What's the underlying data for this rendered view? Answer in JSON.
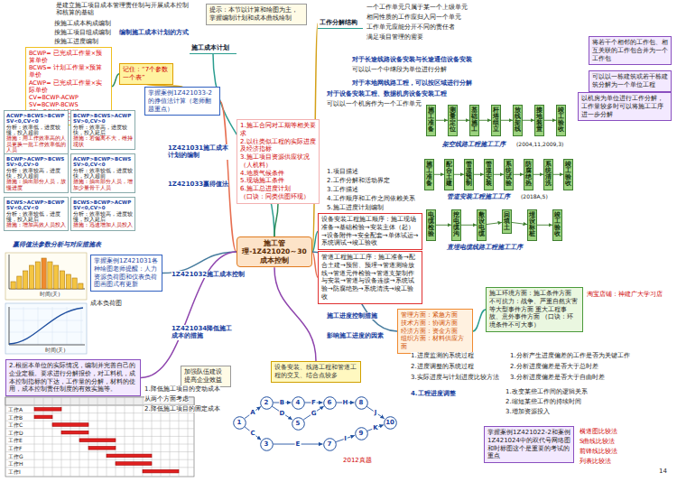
{
  "diagram": {
    "nodes": [
      {
        "text": [
          "施工管理-1Z421020～30成本控制"
        ]
      },
      {
        "text": [
          "提示：本节以计算和绘图为主，掌握编制计划和成本曲线绘制"
        ]
      },
      {
        "text": [
          "施工成本计划"
        ]
      },
      {
        "text": [
          "BCWP= 已完成工作量×预算单价",
          "BCWS= 计划工作量×预算单价",
          "ACWP= 已完成工作量×实际单价",
          "CV=BCWP-ACWP",
          "SV=BCWP-BCWS",
          "CPI=BCWP/ACWP",
          "SPI=BCWP/BCWS"
        ]
      },
      {
        "text": [
          "记住：“7个参数一个表”"
        ]
      },
      {
        "text": [
          "掌握案例1Z421033-2的挣值法计算（老师翻题重点）"
        ]
      },
      {
        "text": [
          "ACWP>BCWS>BCWP SV<0,CV<0",
          "分析：效率低，进度较慢，投入超前",
          "措施：用工作效率高的人员更换一批工作效率低的人员"
        ]
      },
      {
        "text": [
          "BCWP>BCWS>ACWP SV>0,CV>0",
          "分析：效率高，进度较快，投入延后",
          "措施：若偏离不大，维持现状"
        ]
      },
      {
        "text": [
          "BCWP>ACWP>BCWS SV>0,CV>0",
          "分析：效率较高，进度快，投入超前",
          "措施：抽出部分人员，放慢进度"
        ]
      },
      {
        "text": [
          "ACWP>BCWP>BCWS SV>0,CV<0",
          "分析：效率较低，进度较快，投入超前",
          "措施：抽出部分人员，增加少量骨干人员"
        ]
      },
      {
        "text": [
          "BCWS>ACWP>BCWP SV<0,CV<0",
          "分析：效率较低，进度慢，投入延后",
          "措施：增加高效人员投入"
        ]
      },
      {
        "text": [
          "BCWS>BCWP>ACWP SV<0,CV>0",
          "分析：效率较高，进度较慢，投入延后",
          "措施：迅速增加人员投入"
        ]
      },
      {
        "text": [
          "掌握案例1Z421031各种绘图老师提醒：人力资源负荷图和仪表负荷图画图式有更新"
        ]
      },
      {
        "text": [
          "2.根据本单位的实际情况，编制并完善自己的企业定额。要求进行分解报价，对工料机，成本控制指标的下达，工作量的分解，材料的使用，成本控制责任制度的有效实施等。"
        ]
      },
      {
        "text": [
          "加强队伍建设",
          "提高企业效益"
        ]
      },
      {
        "text": [
          "工作分解结构"
        ]
      },
      {
        "text": [
          "将若干个相邻的工作包、相互关联的工作包合并为一个工作包"
        ]
      },
      {
        "text": [
          "可以以一栋建筑或若干栋建筑分解为一个单位工程"
        ]
      },
      {
        "text": [
          "以机房为单位进行工作分解，工作量较多时可以将施工工序进一步分解"
        ]
      },
      {
        "text": [
          "1.施工合同对工期等相关要求",
          "2.以往类似工程的实际进度及经济指标",
          "3.施工项目资源供应状况（人机料）",
          "4.地质气候条件",
          "5.现场施工条件",
          "6.施工总进度计划",
          "（口诀：同类供图环现）"
        ]
      },
      {
        "text": [
          "设备安装工程施工顺序：施工现场准备→基础检验→安装主体（起）→设备附件→安全配套→单体试运→系统调试→竣工验收"
        ]
      },
      {
        "text": [
          "管道工程施工工序：施工准备→配合土建→预留、预埋→管道测绘放线→管道元件检验→管道支架制作与安装→管道与设备连接→系统试验→防腐绝热→系统清洗→竣工验收"
        ]
      },
      {
        "text": [
          "管理方面：紧急方面",
          "技术方面：协调方面",
          "经济方面：资金方面",
          "组织方面：材料供应方面"
        ]
      },
      {
        "text": [
          "施工环境方面：施工条件方面 不可抗力：战争、严重自然灾害等大型事件方面 重大工程事故、意外事件方面 （口诀：环境条件不可大事）"
        ]
      },
      {
        "text": [
          "设备安装、线路工程和管道工程的交叉、结合点较多"
        ]
      },
      {
        "text": [
          "掌握案例1Z421022-2和案例1Z421024中的双代号网络图和时标图这个是重要的考试的重点"
        ]
      },
      {
        "text": [
          "施工准备"
        ]
      },
      {
        "text": [
          "测量定位"
        ]
      },
      {
        "text": [
          "基础施工"
        ]
      },
      {
        "text": [
          "杆塔组立"
        ]
      },
      {
        "text": [
          "放线架线"
        ]
      },
      {
        "text": [
          "接地装置"
        ]
      },
      {
        "text": [
          "竣工验收"
        ]
      },
      {
        "text": [
          "施工准备"
        ]
      },
      {
        "text": [
          "配合土建"
        ]
      },
      {
        "text": [
          "管道预制"
        ]
      },
      {
        "text": [
          "管道安装"
        ]
      },
      {
        "text": [
          "系统试验"
        ]
      },
      {
        "text": [
          "防腐绝热"
        ]
      },
      {
        "text": [
          "系统清洗"
        ]
      },
      {
        "text": [
          "竣工验收"
        ]
      },
      {
        "text": [
          "电缆检验"
        ]
      },
      {
        "text": [
          "挖电缆沟"
        ]
      },
      {
        "text": [
          "敷设电缆"
        ]
      },
      {
        "text": [
          "回填土"
        ]
      },
      {
        "text": [
          "埋设标桩"
        ]
      },
      {
        "text": [
          "竣工验收"
        ]
      },
      {
        "text": [
          "1"
        ]
      },
      {
        "text": [
          "2"
        ]
      },
      {
        "text": [
          "3"
        ]
      },
      {
        "text": [
          "4"
        ]
      },
      {
        "text": [
          "5"
        ]
      },
      {
        "text": [
          "6"
        ]
      },
      {
        "text": [
          "7"
        ]
      },
      {
        "text": [
          "8"
        ]
      },
      {
        "text": [
          "9"
        ]
      },
      {
        "text": [
          "10"
        ]
      }
    ],
    "edges": [
      {
        "from": 0,
        "to": 2,
        "arrow": "none"
      },
      {
        "from": 0,
        "to": 5,
        "arrow": "none"
      },
      {
        "from": 0,
        "to": 12,
        "arrow": "none"
      },
      {
        "from": 0,
        "to": 13,
        "arrow": "none"
      },
      {
        "from": 0,
        "to": 15,
        "arrow": "none"
      },
      {
        "from": 0,
        "to": 19,
        "arrow": "none"
      },
      {
        "from": 0,
        "to": 20,
        "arrow": "none"
      },
      {
        "from": 0,
        "to": 21,
        "arrow": "none"
      },
      {
        "from": 0,
        "to": 22,
        "arrow": "none"
      },
      {
        "from": 0,
        "to": 24,
        "arrow": "none"
      },
      {
        "from": 5,
        "to": 4,
        "arrow": "none"
      },
      {
        "from": 4,
        "to": 3,
        "arrow": "none"
      },
      {
        "from": 22,
        "to": 23,
        "arrow": "none"
      },
      {
        "from": 26,
        "to": 27,
        "arrow": "to"
      },
      {
        "from": 27,
        "to": 28,
        "arrow": "to"
      },
      {
        "from": 28,
        "to": 29,
        "arrow": "to"
      },
      {
        "from": 29,
        "to": 30,
        "arrow": "to"
      },
      {
        "from": 30,
        "to": 31,
        "arrow": "to"
      },
      {
        "from": 31,
        "to": 32,
        "arrow": "to"
      },
      {
        "from": 33,
        "to": 34,
        "arrow": "to"
      },
      {
        "from": 34,
        "to": 35,
        "arrow": "to"
      },
      {
        "from": 35,
        "to": 36,
        "arrow": "to"
      },
      {
        "from": 36,
        "to": 37,
        "arrow": "to"
      },
      {
        "from": 37,
        "to": 38,
        "arrow": "to"
      },
      {
        "from": 38,
        "to": 39,
        "arrow": "to"
      },
      {
        "from": 39,
        "to": 40,
        "arrow": "to"
      },
      {
        "from": 41,
        "to": 42,
        "arrow": "to"
      },
      {
        "from": 42,
        "to": 43,
        "arrow": "to"
      },
      {
        "from": 43,
        "to": 44,
        "arrow": "to"
      },
      {
        "from": 44,
        "to": 45,
        "arrow": "to"
      },
      {
        "from": 45,
        "to": 46,
        "arrow": "to"
      },
      {
        "from": 47,
        "to": 48,
        "arrow": "to",
        "label": "A"
      },
      {
        "from": 48,
        "to": 50,
        "arrow": "to",
        "label": "B"
      },
      {
        "from": 47,
        "to": 49,
        "arrow": "to",
        "label": "C"
      },
      {
        "from": 48,
        "to": 51,
        "arrow": "to",
        "label": "D"
      },
      {
        "from": 49,
        "to": 53,
        "arrow": "to",
        "label": "E"
      },
      {
        "from": 50,
        "to": 52,
        "arrow": "to",
        "label": "F"
      },
      {
        "from": 51,
        "to": 52,
        "arrow": "to",
        "label": "G"
      },
      {
        "from": 52,
        "to": 54,
        "arrow": "to",
        "label": "H"
      },
      {
        "from": 53,
        "to": 55,
        "arrow": "to",
        "label": "I"
      },
      {
        "from": 54,
        "to": 56,
        "arrow": "to",
        "label": "J"
      },
      {
        "from": 55,
        "to": 56,
        "arrow": "to",
        "label": "K"
      }
    ],
    "labels": [
      "是建立施工项目成本管理责任制与开展成本控制和核算的基础",
      "按施工成本构成编制",
      "按施工项目组成编制",
      "按施工进度编制",
      "编制施工成本计划的方式",
      "赢得值法参数分析与对应措施表",
      "时间(天)",
      "时间(天)",
      "成本负荷图",
      "1Z421031施工成本计划的编制",
      "1Z421033赢得值法",
      "1Z421032施工成本控制",
      "1Z421034降低施工成本的措施",
      "1.降低施工项目的变动成本",
      "从两个方面考虑",
      "2.降低施工项目的固定成本",
      "工作A",
      "工作B",
      "工作C",
      "工作D",
      "工作E",
      "工作F",
      "工作G",
      "工作H",
      "工作I",
      "2012真题",
      "一个工作单元只属于某一个上级单元",
      "相同性质的工作应归入同一个单元",
      "工作单元应能分开不同的责任者",
      "满足项目管理的需要",
      "对于长途线路设备安装与长途通信设备安装",
      "可以以一个中继段为单位进行分解",
      "对于本地网线路工程，可以按区域进行分解",
      "对于设备安装工程、数据机房设备安装工程",
      "可以以一个机房作为一个工作单元",
      "架空线路工程施工工序",
      "(2004,11,2009,3)",
      "1.项目描述",
      "2.工作分解和活动界定",
      "3.工作描述",
      "4.工作顺序和工作之间依赖关系",
      "5.施工进度计划编制",
      "管道安装工程施工工序",
      "(2018A,5)",
      "直埋电缆线路工程施工工序",
      "淘宝店铺：神建广大学习店",
      "施工进度控制措施",
      "影响施工进度的因素",
      "1.进度监测的系统过程",
      "2.进度调整的系统过程",
      "3.实际进度与计划进度比较方法",
      "1.分析产生进度偏差的工作是否为关键工作",
      "2.分析进度偏差是否大于总时差",
      "3.分析进度偏差是否大于自由时差",
      "4.工程进度调整",
      "1.改变某些工作间的逻辑关系",
      "2.缩短某些工作的持续时间",
      "3.增加资源投入",
      "横道图比较法",
      "S曲线比较法",
      "前锋线比较法",
      "列表比较法",
      "14"
    ]
  }
}
